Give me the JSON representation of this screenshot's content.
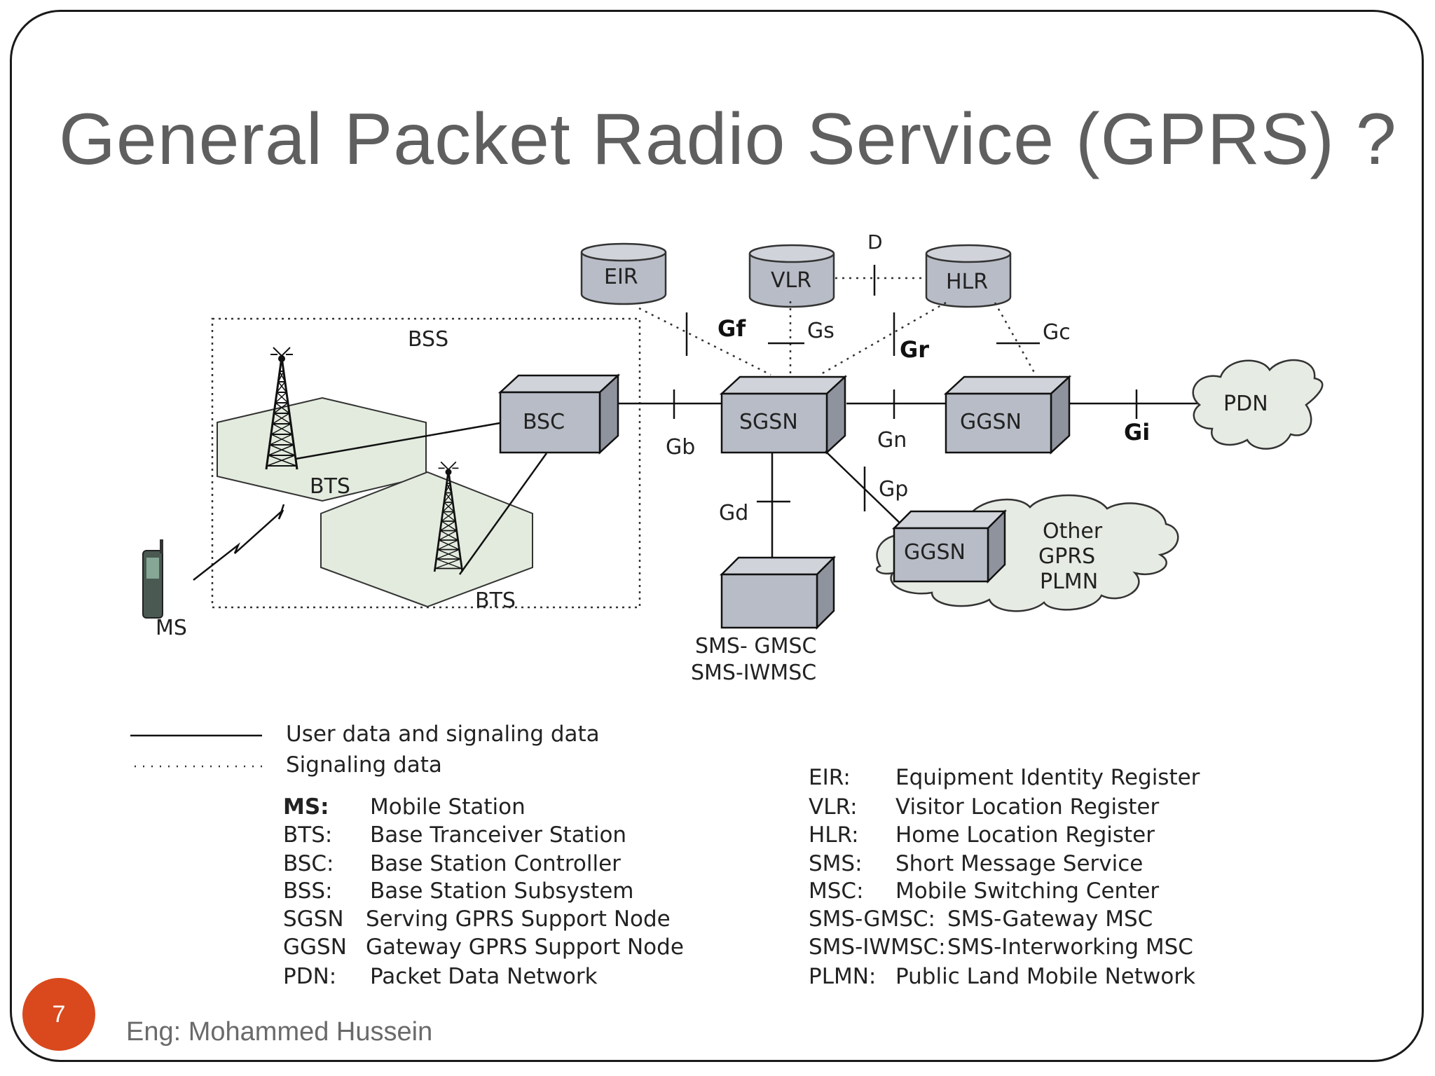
{
  "slide": {
    "title": "General Packet Radio Service (GPRS) ?",
    "slide_number": "7",
    "footer": "Eng: Mohammed Hussein"
  },
  "nodes": {
    "eir": "EIR",
    "vlr": "VLR",
    "hlr": "HLR",
    "bsc": "BSC",
    "sgsn": "SGSN",
    "ggsn": "GGSN",
    "ggsn_other": "GGSN",
    "sms_gmsc_line1": "SMS- GMSC",
    "sms_gmsc_line2": "SMS-IWMSC",
    "pdn": "PDN",
    "other_plmn": [
      "Other",
      "GPRS",
      "PLMN"
    ],
    "bss": "BSS",
    "bts_1": "BTS",
    "bts_2": "BTS",
    "ms": "MS"
  },
  "interfaces": {
    "d": "D",
    "gf": "Gf",
    "gs": "Gs",
    "gr": "Gr",
    "gc": "Gc",
    "gb": "Gb",
    "gn": "Gn",
    "gi": "Gi",
    "gd": "Gd",
    "gp": "Gp"
  },
  "legend": {
    "solid": "User data and signaling data",
    "dotted": "Signaling data"
  },
  "abbreviations_left": [
    {
      "abbr": "MS:",
      "desc": "Mobile Station"
    },
    {
      "abbr": "BTS:",
      "desc": "Base Tranceiver Station"
    },
    {
      "abbr": "BSC:",
      "desc": "Base Station Controller"
    },
    {
      "abbr": "BSS:",
      "desc": "Base Station Subsystem"
    },
    {
      "abbr": "SGSN",
      "desc": "Serving GPRS Support Node"
    },
    {
      "abbr": "GGSN",
      "desc": "Gateway GPRS Support Node"
    },
    {
      "abbr": "PDN:",
      "desc": "Packet Data Network"
    }
  ],
  "abbreviations_right": [
    {
      "abbr": "EIR:",
      "desc": "Equipment Identity Register"
    },
    {
      "abbr": "VLR:",
      "desc": "Visitor Location Register"
    },
    {
      "abbr": "HLR:",
      "desc": "Home Location Register"
    },
    {
      "abbr": "SMS:",
      "desc": "Short Message Service"
    },
    {
      "abbr": "MSC:",
      "desc": "Mobile Switching Center"
    },
    {
      "abbr": "SMS-GMSC:",
      "desc": "SMS-Gateway MSC"
    },
    {
      "abbr": "SMS-IWMSC:",
      "desc": "SMS-Interworking MSC"
    },
    {
      "abbr": "PLMN:",
      "desc": "Public Land Mobile Network"
    }
  ],
  "colors": {
    "box_fill": "#b8bcc6",
    "box_dark": "#8f939d",
    "hex_fill": "#e3ebde",
    "cloud_fill": "#e6ebe3",
    "accent": "#d9491d"
  }
}
